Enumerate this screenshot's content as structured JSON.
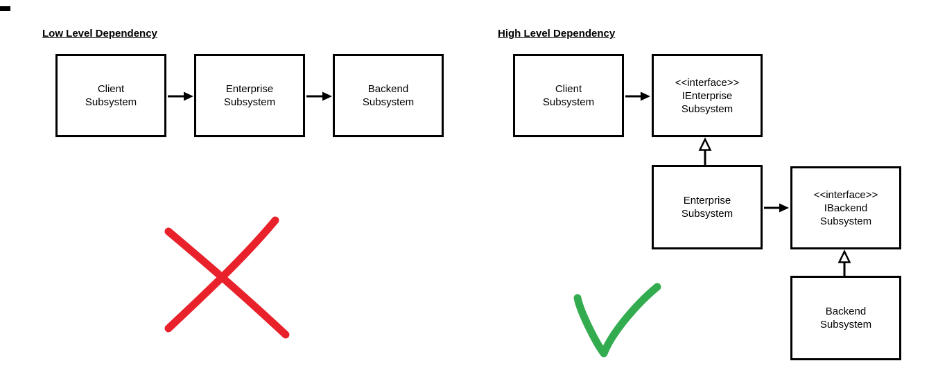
{
  "diagrams": {
    "low": {
      "title": "Low Level Dependency",
      "boxes": [
        {
          "label": "Client\nSubsystem"
        },
        {
          "label": "Enterprise\nSubsystem"
        },
        {
          "label": "Backend\nSubsystem"
        }
      ]
    },
    "high": {
      "title": "High Level Dependency",
      "boxes": [
        {
          "label": "Client\nSubsystem"
        },
        {
          "label": "<<interface>>\nIEnterprise\nSubsystem"
        },
        {
          "label": "Enterprise\nSubsystem"
        },
        {
          "label": "<<interface>>\nIBackend\nSubsystem"
        },
        {
          "label": "Backend\nSubsystem"
        }
      ]
    }
  },
  "icons": {
    "cross": {
      "name": "red-cross-icon",
      "color": "#e8212b"
    },
    "check": {
      "name": "green-check-icon",
      "color": "#33ab4f"
    }
  },
  "colors": {
    "line": "#000000",
    "box_border": "#000000",
    "box_fill": "#ffffff",
    "text": "#000000"
  }
}
